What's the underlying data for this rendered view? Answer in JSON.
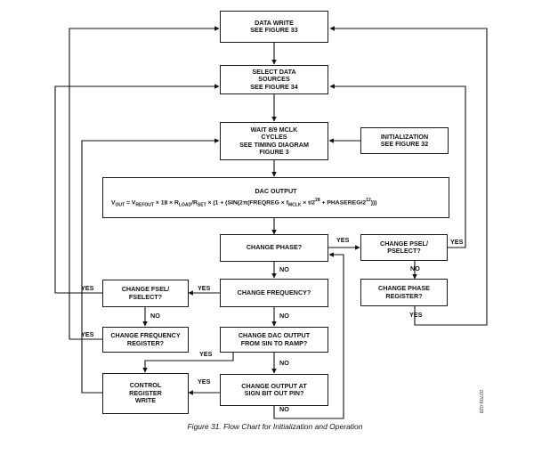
{
  "boxes": {
    "data_write": "DATA WRITE\nSEE FIGURE 33",
    "select_data": "SELECT DATA\nSOURCES\nSEE FIGURE 34",
    "wait": "WAIT 8/9 MCLK\nCYCLES\nSEE TIMING DIAGRAM\nFIGURE 3",
    "init": "INITIALIZATION\nSEE FIGURE 32",
    "dac_output_title": "DAC OUTPUT",
    "change_phase": "CHANGE PHASE?",
    "change_psel": "CHANGE PSEL/\nPSELECT?",
    "change_phase_reg": "CHANGE PHASE\nREGISTER?",
    "change_frequency": "CHANGE FREQUENCY?",
    "change_fsel": "CHANGE FSEL/\nFSELECT?",
    "change_freq_reg": "CHANGE FREQUENCY\nREGISTER?",
    "change_dac": "CHANGE DAC OUTPUT\nFROM SIN TO RAMP?",
    "control_reg": "CONTROL\nREGISTER\nWRITE",
    "change_sign": "CHANGE OUTPUT AT\nSIGN BIT OUT PIN?"
  },
  "equation": {
    "v": "V",
    "out": "OUT",
    "eq1": " = V",
    "refout": "REFOUT",
    "mid1": " × 18 × R",
    "load": "LOAD",
    "slash": "/R",
    "set": "SET",
    "mid2": " × (1 + (SIN(2π(FREQREG × f",
    "mclk": "MCLK",
    "mid3": " × t/2",
    "p28": "28",
    "mid4": " + PHASEREG/2",
    "p12": "12",
    "end": ")))"
  },
  "labels": {
    "yes": "YES",
    "no": "NO"
  },
  "caption": "Figure 31. Flow Chart for Initialization and Operation",
  "figure_id": "02709-028"
}
